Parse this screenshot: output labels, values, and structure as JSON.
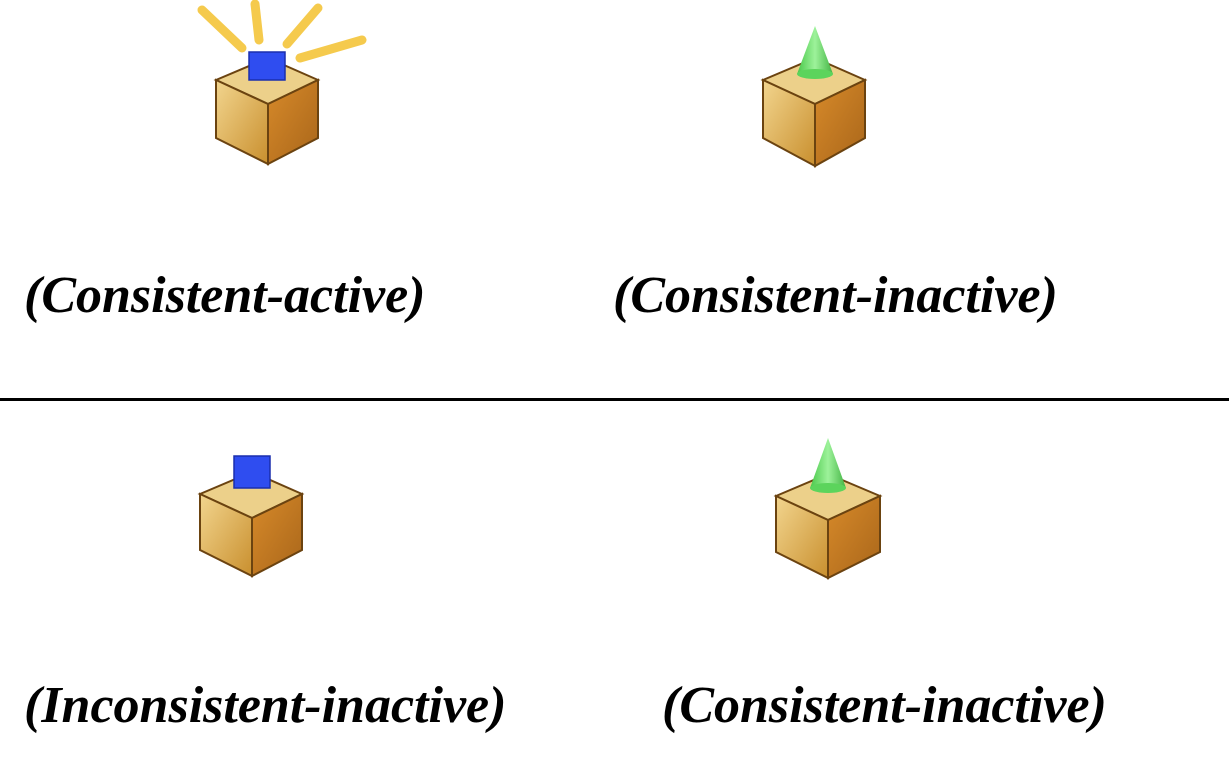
{
  "panels": [
    {
      "caption": "(Consistent-active)",
      "cube_icon": "cube-with-blue-square-icon",
      "glow": true
    },
    {
      "caption": "(Consistent-inactive)",
      "cube_icon": "cube-with-green-cone-icon",
      "glow": false
    },
    {
      "caption": "(Inconsistent-inactive)",
      "cube_icon": "cube-with-blue-square-icon",
      "glow": false
    },
    {
      "caption": "(Consistent-inactive)",
      "cube_icon": "cube-with-green-cone-icon",
      "glow": false
    }
  ],
  "colors": {
    "cube_top": "#e8c27a",
    "cube_left": "#d9a441",
    "cube_right": "#c97f22",
    "cube_outline": "#6b4310",
    "blue_square": "#2f4df0",
    "green_cone": "#6fe06a",
    "glow_rays": "#f4c53a",
    "divider": "#000000"
  }
}
